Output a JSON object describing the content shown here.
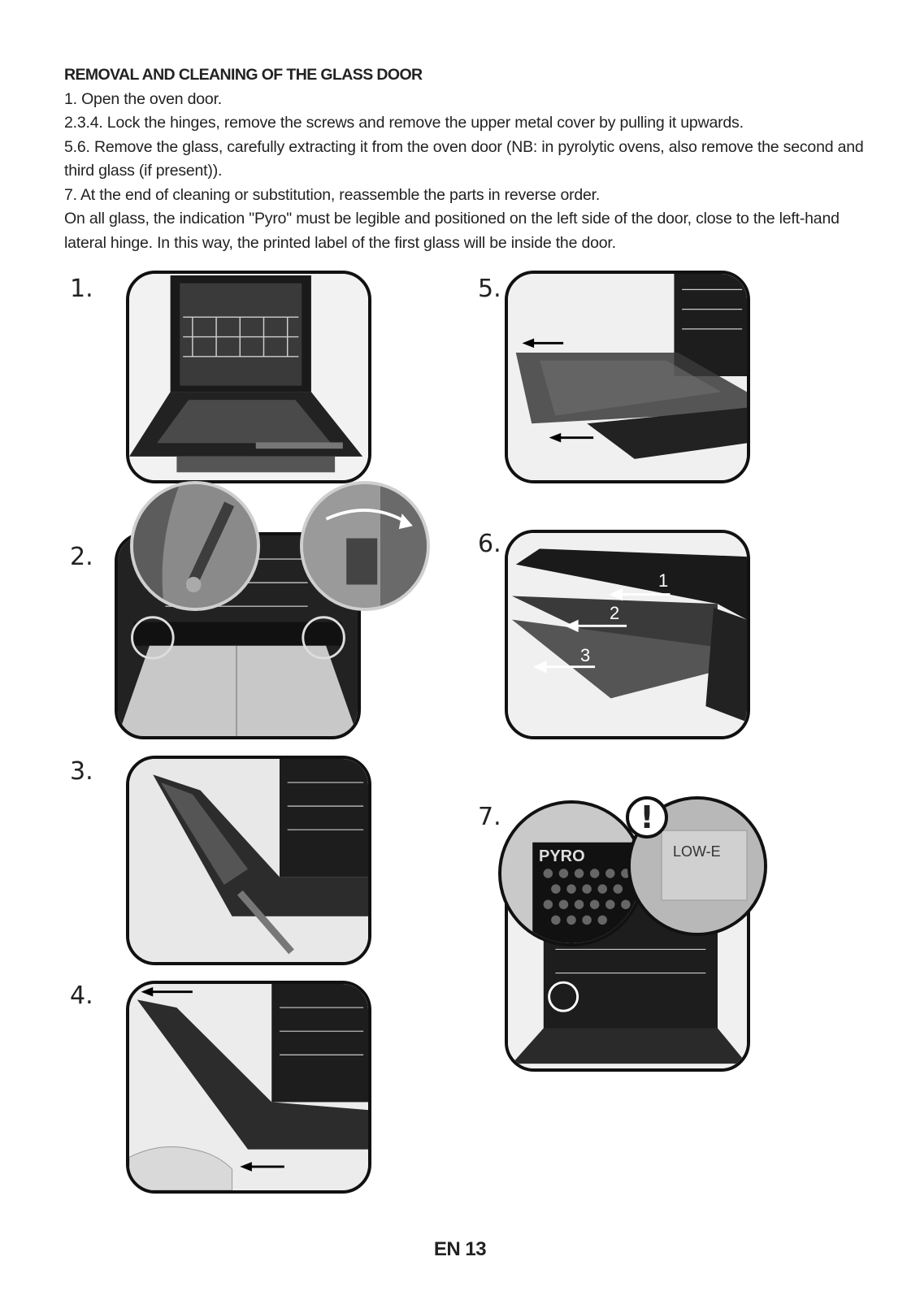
{
  "heading": "REMOVAL AND CLEANING OF THE GLASS DOOR",
  "paragraphs": [
    "1. Open the oven door.",
    "2.3.4. Lock the hinges, remove the screws and remove the upper metal cover by pulling it upwards.",
    "5.6.  Remove the glass, carefully extracting it from the oven door (NB: in pyrolytic ovens, also remove the second and third glass (if present)).",
    "7. At the end of cleaning or substitution, reassemble the parts in reverse order.",
    "On all glass, the indication \"Pyro\" must be legible and positioned on the left side of the door, close to the left-hand lateral hinge. In this way, the printed label of the first glass will be inside the door."
  ],
  "steps": [
    "1.",
    "2.",
    "3.",
    "4.",
    "5.",
    "6.",
    "7."
  ],
  "glass_labels": [
    "1",
    "2",
    "3"
  ],
  "pyro_label": "PYRO",
  "lowe_label": "LOW-E",
  "warning_symbol": "!",
  "footer": "EN 13"
}
